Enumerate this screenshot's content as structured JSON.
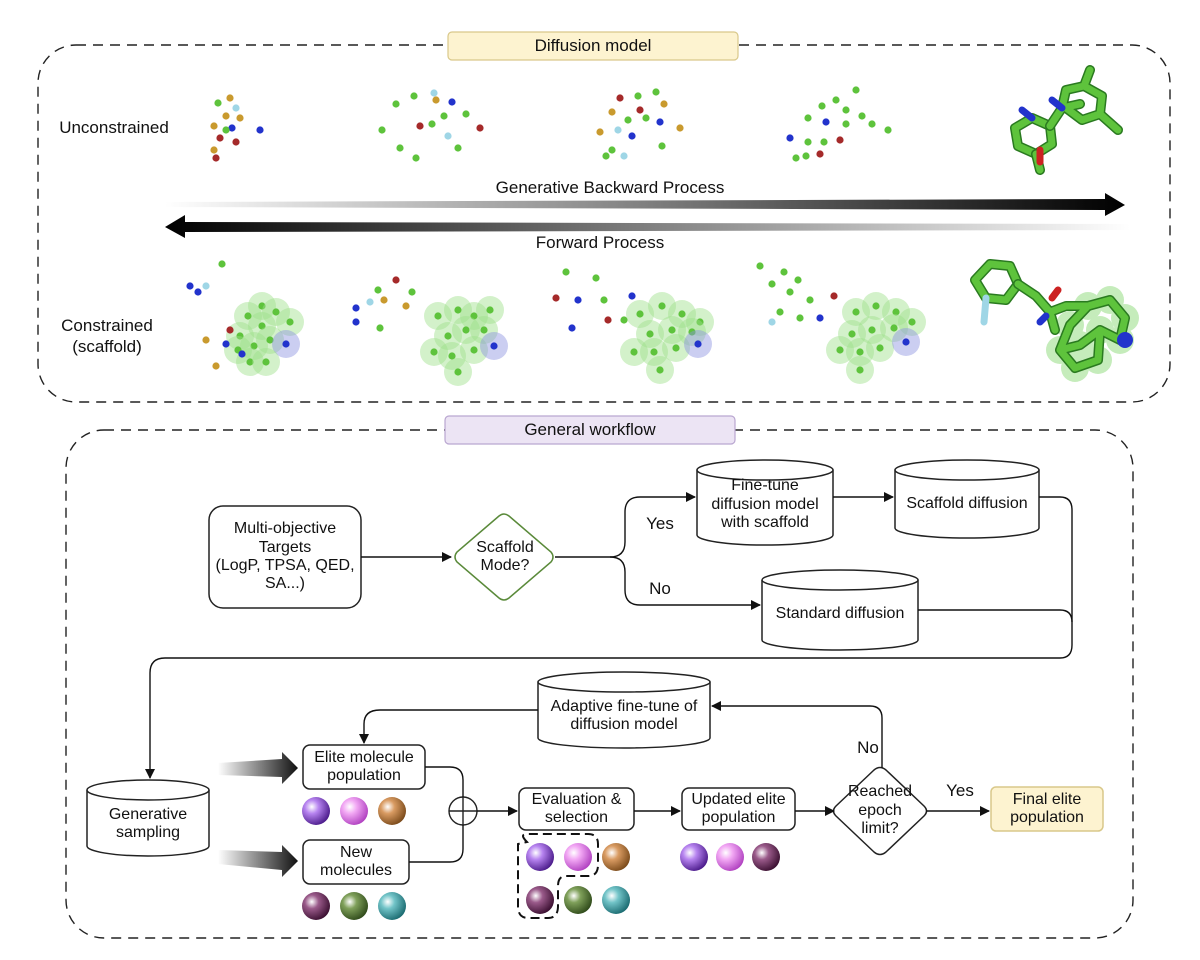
{
  "diffusion": {
    "title": "Diffusion model",
    "row_unconstrained": "Unconstrained",
    "row_constrained_line1": "Constrained",
    "row_constrained_line2": "(scaffold)",
    "backward_label": "Generative Backward Process",
    "forward_label": "Forward Process"
  },
  "workflow": {
    "title": "General workflow",
    "targets": [
      "Multi-objective",
      "Targets",
      "(LogP, TPSA, QED,",
      "SA...)"
    ],
    "decision_scaffold": [
      "Scaffold",
      "Mode?"
    ],
    "yes": "Yes",
    "no": "No",
    "finetune_scaffold": [
      "Fine-tune",
      "diffusion model",
      "with scaffold"
    ],
    "scaffold_diffusion": "Scaffold diffusion",
    "standard_diffusion": "Standard diffusion",
    "adaptive_finetune": [
      "Adaptive fine-tune of",
      "diffusion model"
    ],
    "generative_sampling": [
      "Generative",
      "sampling"
    ],
    "elite_population": [
      "Elite molecule",
      "population"
    ],
    "new_molecules": [
      "New",
      "molecules"
    ],
    "evaluation": [
      "Evaluation &",
      "selection"
    ],
    "updated_elite": [
      "Updated elite",
      "population"
    ],
    "decision_epoch": [
      "Reached",
      "epoch",
      "limit?"
    ],
    "no_loop": "No",
    "yes_final": "Yes",
    "final_elite": [
      "Final elite",
      "population"
    ]
  },
  "colors": {
    "atom_green": "#5ec33c",
    "atom_blue": "#2233cc",
    "atom_red": "#a52a2a",
    "atom_gold": "#c99a2e",
    "atom_cyan": "#9fd6e6",
    "title_diffusion_fill": "#fdf3d0",
    "title_workflow_fill": "#ece4f4",
    "final_fill": "#fdf3d0",
    "decision_stroke": "#5a8a3a",
    "sphere_purple": "#8a3fd6",
    "sphere_pink": "#e07ae8",
    "sphere_orange": "#c07a3a",
    "sphere_plum": "#6b2a5a",
    "sphere_olive": "#5a7a3a",
    "sphere_teal": "#3aa0a8"
  }
}
